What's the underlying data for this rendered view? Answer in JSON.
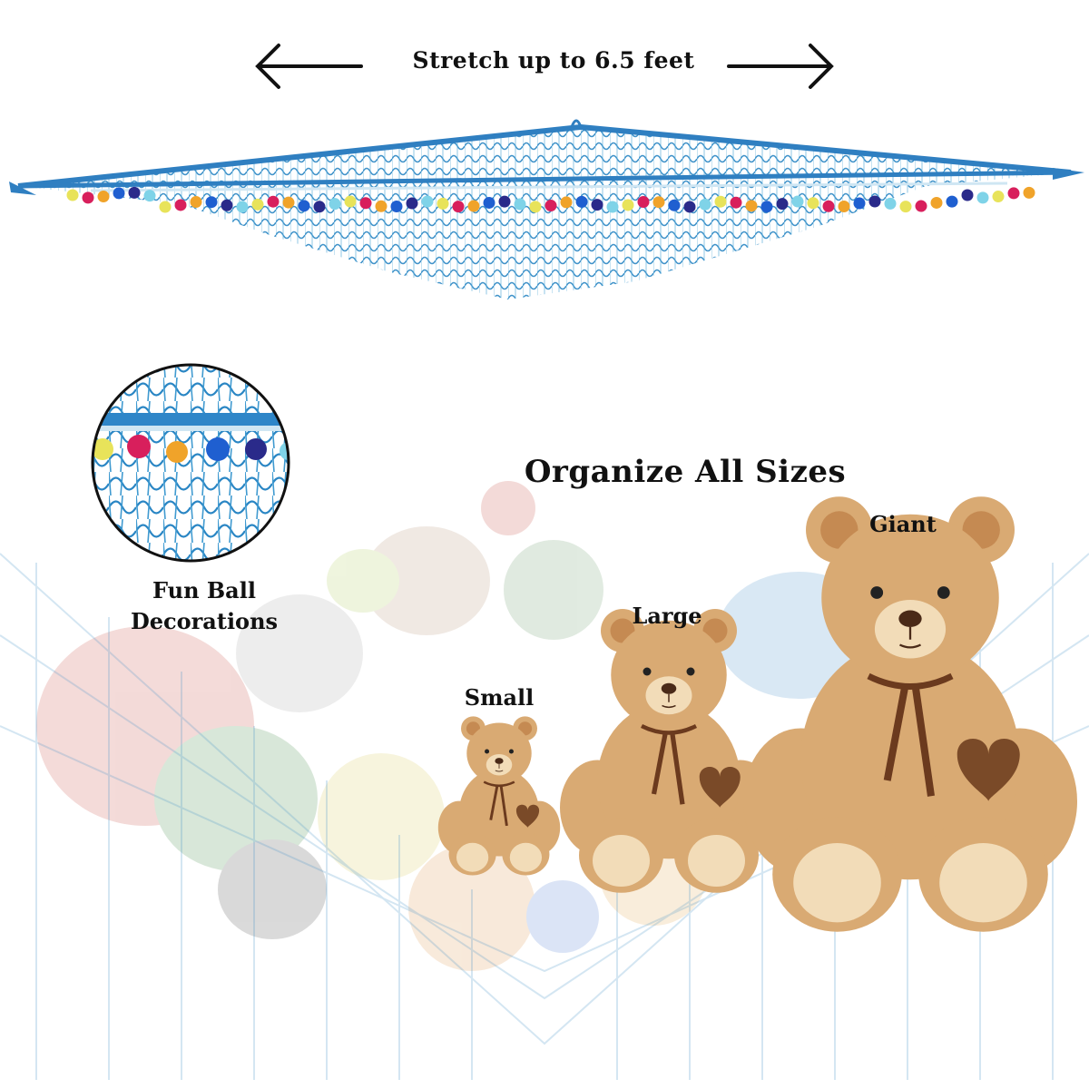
{
  "header": {
    "stretch_text": "Stretch up to 6.5 feet"
  },
  "callout": {
    "line1": "Fun Ball",
    "line2": "Decorations"
  },
  "main": {
    "heading": "Organize All Sizes"
  },
  "sizes": [
    {
      "label": "Small"
    },
    {
      "label": "Large"
    },
    {
      "label": "Giant"
    }
  ],
  "icons": [
    "arrow-left-icon",
    "arrow-right-icon",
    "heart-icon"
  ],
  "colors": {
    "net_blue": "#2f7fc1",
    "net_blue_light": "#5fb0dc",
    "bear_fur": "#d9aa73",
    "bear_muzzle": "#f2dcb8",
    "ribbon": "#6b3a1e",
    "pompom_colors": [
      "#e8e35a",
      "#d81f5c",
      "#f0a32a",
      "#1f5fd0",
      "#2a2a8a",
      "#7fd3e8"
    ]
  }
}
